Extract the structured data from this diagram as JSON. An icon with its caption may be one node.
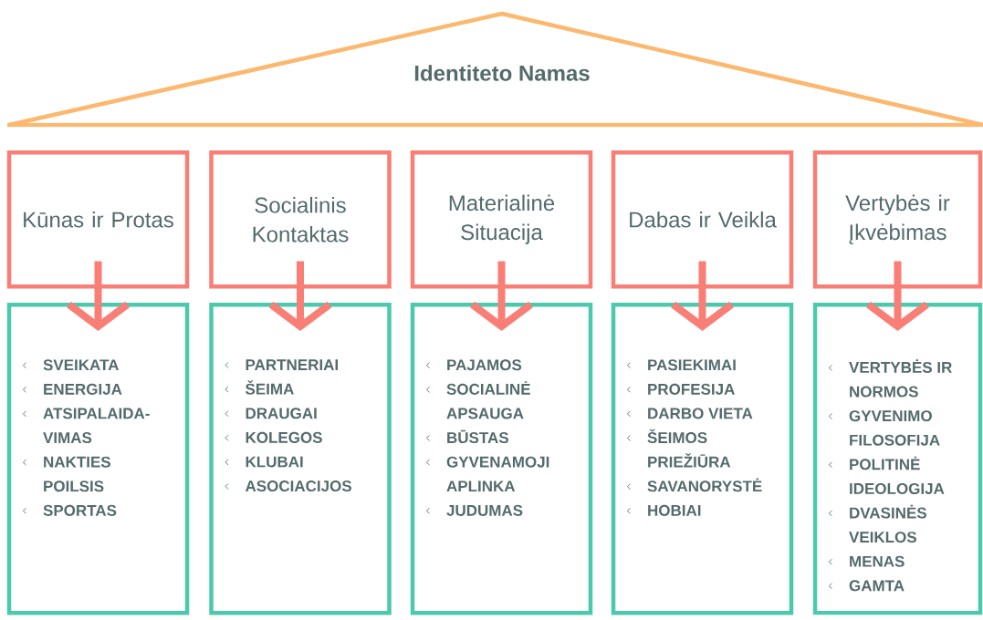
{
  "diagram": {
    "nodes": [
      {
        "text": [
          "Identiteto Namas"
        ]
      },
      {
        "text": [
          "Kūnas ir Protas"
        ]
      },
      {
        "text": [
          "Socialinis Kontaktas"
        ]
      },
      {
        "text": [
          "Materialinė Situacija"
        ]
      },
      {
        "text": [
          "Dabas ir Veikla"
        ]
      },
      {
        "text": [
          "Vertybės ir Įkvėbimas"
        ]
      },
      {
        "text": [
          "SVEIKATA",
          "ENERGIJA",
          "ATSIPALAIDA-VIMAS",
          "NAKTIES POILSIS",
          "SPORTAS"
        ]
      },
      {
        "text": [
          "PARTNERIAI",
          "ŠEIMA",
          "DRAUGAI",
          "KOLEGOS",
          "KLUBAI",
          "ASOCIACIJOS"
        ]
      },
      {
        "text": [
          "PAJAMOS",
          "SOCIALINĖ APSAUGA",
          "BŪSTAS",
          "GYVENAMOJI APLINKA",
          "JUDUMAS"
        ]
      },
      {
        "text": [
          "PASIEKIMAI",
          "PROFESIJA",
          "DARBO VIETA",
          "ŠEIMOS PRIEŽIŪRA",
          "SAVANORYSTĖ",
          "HOBIAI"
        ]
      },
      {
        "text": [
          "VERTYBĖS IR NORMOS",
          "GYVENIMO FILOSOFIJA",
          "POLITINĖ IDEOLOGIJA",
          "DVASINĖS VEIKLOS",
          "MENAS",
          "GAMTA"
        ]
      }
    ],
    "edges": [
      {
        "from": 1,
        "to": 6,
        "arrow": "to"
      },
      {
        "from": 2,
        "to": 7,
        "arrow": "to"
      },
      {
        "from": 3,
        "to": 8,
        "arrow": "to"
      },
      {
        "from": 4,
        "to": 9,
        "arrow": "to"
      },
      {
        "from": 5,
        "to": 10,
        "arrow": "to"
      }
    ]
  }
}
